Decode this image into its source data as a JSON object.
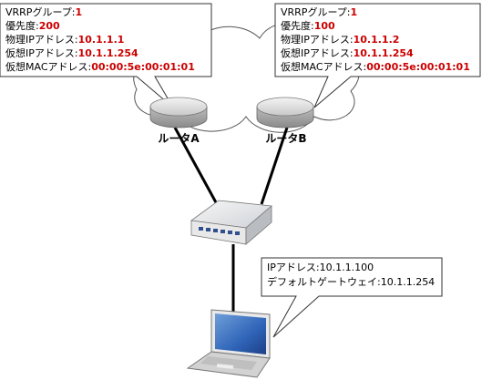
{
  "router_a": {
    "name": "ルータA",
    "info": [
      {
        "label": "VRRPグループ:",
        "value": "1"
      },
      {
        "label": "優先度:",
        "value": "200"
      },
      {
        "label": "物理IPアドレス:",
        "value": "10.1.1.1"
      },
      {
        "label": "仮想IPアドレス:",
        "value": "10.1.1.254"
      },
      {
        "label": "仮想MACアドレス:",
        "value": "00:00:5e:00:01:01"
      }
    ]
  },
  "router_b": {
    "name": "ルータB",
    "info": [
      {
        "label": "VRRPグループ:",
        "value": "1"
      },
      {
        "label": "優先度:",
        "value": "100"
      },
      {
        "label": "物理IPアドレス:",
        "value": "10.1.1.2"
      },
      {
        "label": "仮想IPアドレス:",
        "value": "10.1.1.254"
      },
      {
        "label": "仮想MACアドレス:",
        "value": "00:00:5e:00:01:01"
      }
    ]
  },
  "pc": {
    "info": [
      "IPアドレス:10.1.1.100",
      "デフォルトゲートウェイ:10.1.1.254"
    ]
  },
  "colors": {
    "value_red": "#cc0000",
    "link_black": "#000000",
    "device_gray": "#d8d8d8"
  }
}
